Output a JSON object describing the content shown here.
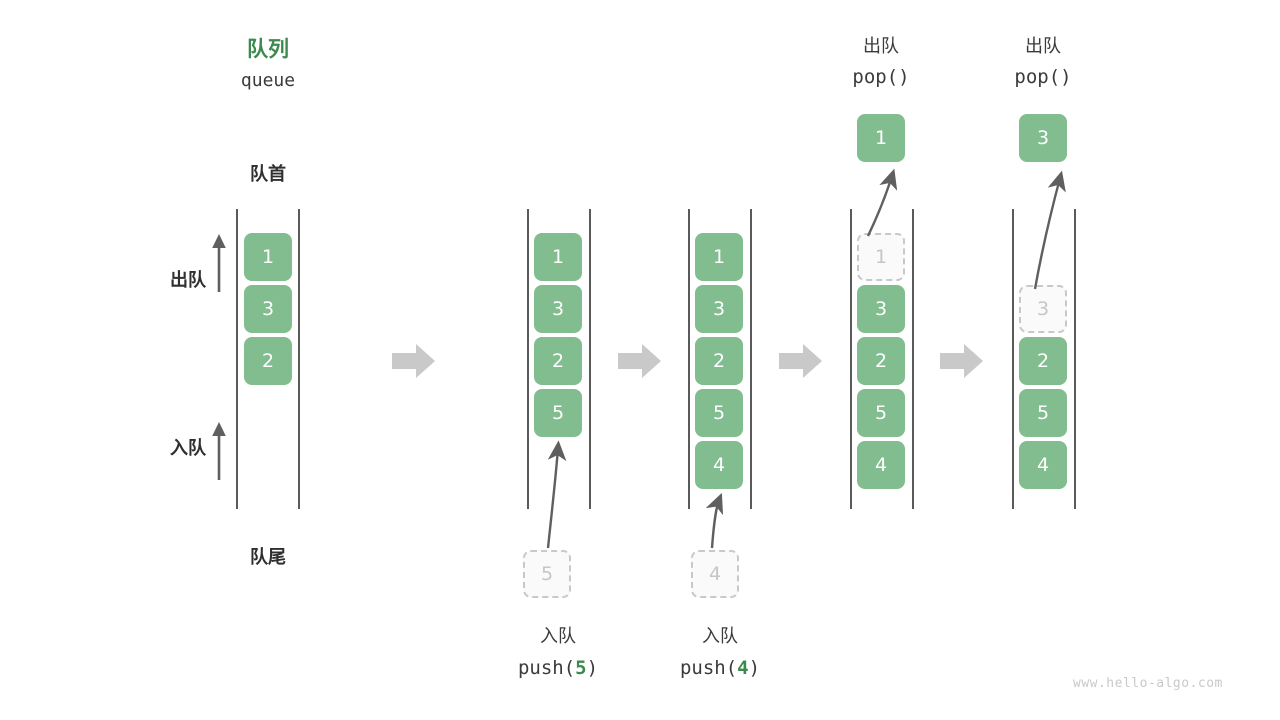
{
  "diagram": {
    "title_cn": "队列",
    "title_code": "queue",
    "head_label": "队首",
    "tail_label": "队尾",
    "dequeue_label": "出队",
    "enqueue_label": "入队",
    "watermark": "www.hello-algo.com",
    "colors": {
      "element": "#81bd8e",
      "accent": "#3c8a4e",
      "ghost_border": "#c8c8c8",
      "ghost_fill": "#fafafa",
      "ghost_text": "#c6c6c6",
      "rail": "#5a5a5a",
      "step_arrow": "#c9c9c9",
      "motion_arrow": "#5f5f5f",
      "text": "#3b3b3b",
      "watermark": "#c9c9c9"
    }
  },
  "stages": [
    {
      "id": "initial",
      "caption_cn": "",
      "caption_code": "",
      "items": [
        "1",
        "3",
        "2"
      ],
      "ghost_in_queue": null,
      "ghost_outside": null,
      "popped": null
    },
    {
      "id": "push-5",
      "caption_cn": "入队",
      "caption_code": "push(5)",
      "caption_arg": "5",
      "items": [
        "1",
        "3",
        "2",
        "5"
      ],
      "ghost_in_queue": null,
      "ghost_outside": "5",
      "popped": null
    },
    {
      "id": "push-4",
      "caption_cn": "入队",
      "caption_code": "push(4)",
      "caption_arg": "4",
      "items": [
        "1",
        "3",
        "2",
        "5",
        "4"
      ],
      "ghost_in_queue": null,
      "ghost_outside": "4",
      "popped": null
    },
    {
      "id": "pop-1",
      "caption_cn": "出队",
      "caption_code": "pop()",
      "caption_arg": "",
      "items": [
        "3",
        "2",
        "5",
        "4"
      ],
      "ghost_in_queue": "1",
      "ghost_outside": null,
      "popped": "1"
    },
    {
      "id": "pop-3",
      "caption_cn": "出队",
      "caption_code": "pop()",
      "caption_arg": "",
      "items": [
        "2",
        "5",
        "4"
      ],
      "ghost_in_queue": "3",
      "ghost_outside": null,
      "popped": "3"
    }
  ],
  "step_arrows": [
    "step-arrow-1",
    "step-arrow-2",
    "step-arrow-3",
    "step-arrow-4"
  ],
  "direction_arrows": [
    {
      "name": "dequeue-direction-arrow",
      "label": "出队"
    },
    {
      "name": "enqueue-direction-arrow",
      "label": "入队"
    }
  ]
}
